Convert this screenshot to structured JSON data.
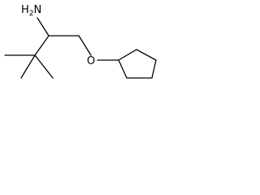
{
  "molecule": {
    "amine_label": "H",
    "amine_subscript": "2",
    "amine_element": "N",
    "oxygen_label": "O",
    "colors": {
      "bond": "#000000",
      "text": "#000000",
      "background": "#ffffff"
    }
  }
}
